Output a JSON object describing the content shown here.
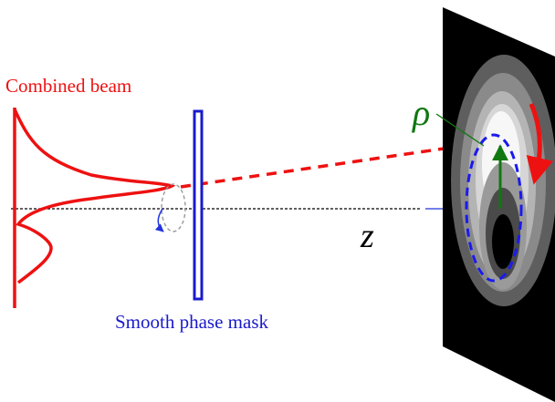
{
  "labels": {
    "combined_beam": "Combined beam",
    "phase_mask": "Smooth phase mask",
    "radial_symbol": "ρ",
    "axis_symbol": "z"
  },
  "colors": {
    "beam": "#ee1111",
    "mask": "#1a1acc",
    "radius_arrow": "#117711",
    "axis_arrow": "#2233dd",
    "screen": "#000000"
  },
  "icons": {
    "rotation_arrow": "curved-arrow-icon",
    "orbit_arrow": "curved-arrow-icon"
  }
}
